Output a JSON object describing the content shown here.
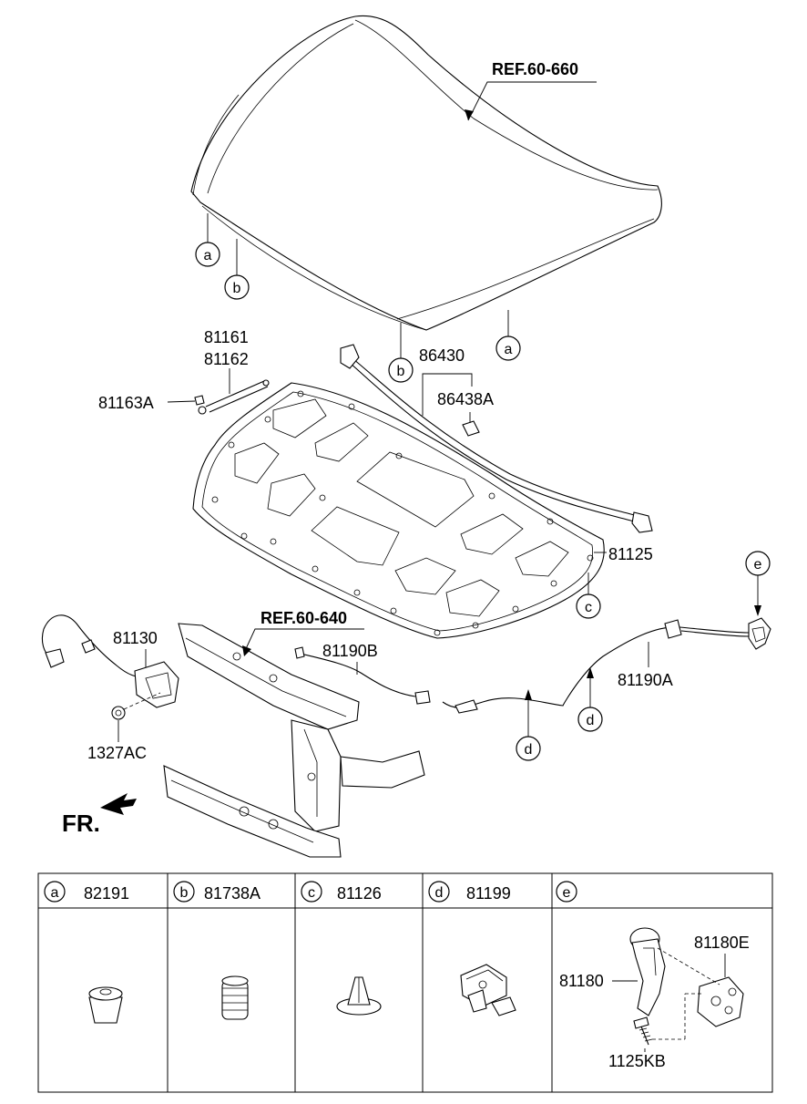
{
  "references": {
    "hood": "REF.60-660",
    "radiator_support": "REF.60-640"
  },
  "part_labels": {
    "p81161": "81161",
    "p81162": "81162",
    "p81163A": "81163A",
    "p86430": "86430",
    "p86438A": "86438A",
    "p81125": "81125",
    "p81130": "81130",
    "p1327AC": "1327AC",
    "p81190B": "81190B",
    "p81190A": "81190A"
  },
  "callouts": {
    "a": "a",
    "b": "b",
    "c": "c",
    "d": "d",
    "e": "e"
  },
  "direction_label": "FR.",
  "legend": [
    {
      "letter": "a",
      "part": "82191"
    },
    {
      "letter": "b",
      "part": "81738A"
    },
    {
      "letter": "c",
      "part": "81126"
    },
    {
      "letter": "d",
      "part": "81199"
    },
    {
      "letter": "e",
      "part": ""
    }
  ],
  "legend_e_parts": {
    "latch": "81180",
    "bracket": "81180E",
    "screw": "1125KB"
  }
}
